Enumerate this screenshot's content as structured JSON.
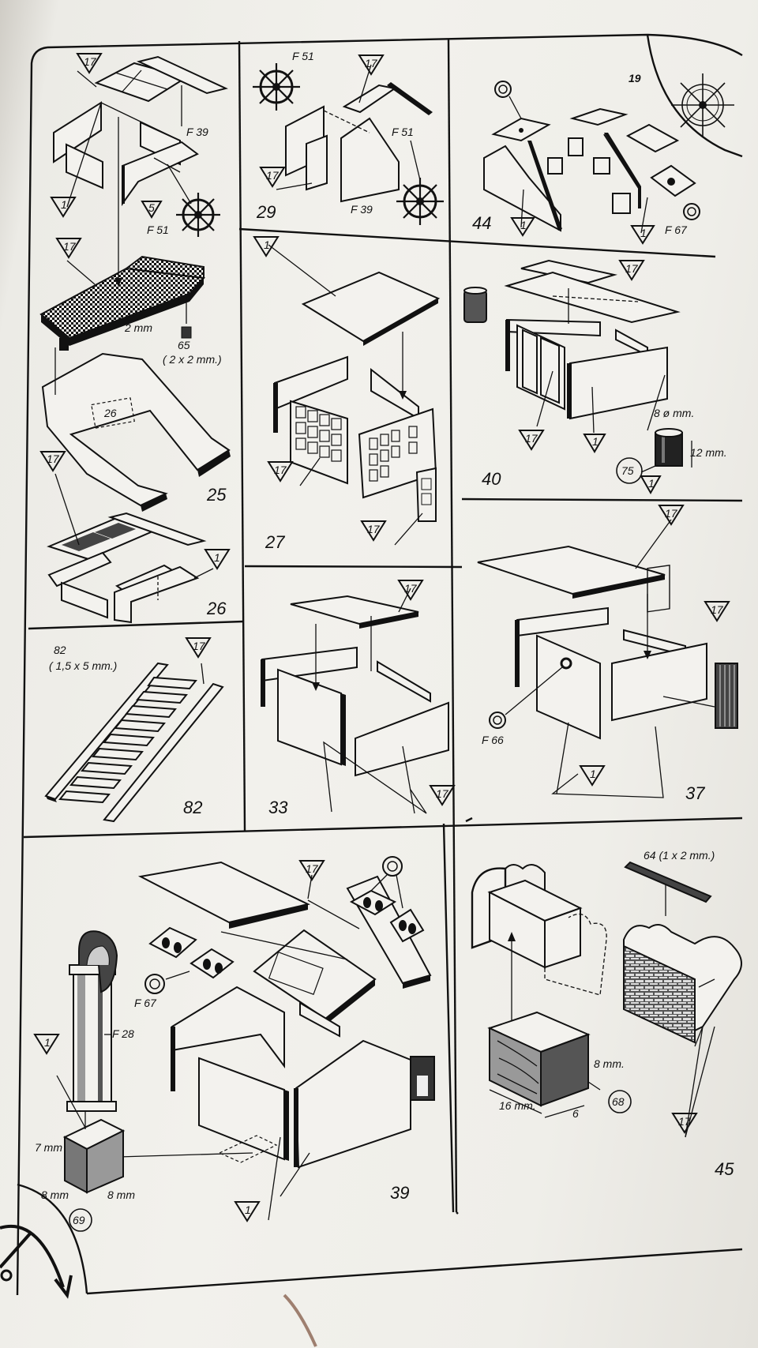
{
  "page_number": "19",
  "panels": {
    "p25": {
      "step": "25",
      "callouts": [
        "17",
        "1",
        "5"
      ],
      "parts": [
        "F 39",
        "F 51",
        "65",
        "( 2 x 2 mm.)",
        "26"
      ],
      "dimensions": [
        "2 mm"
      ]
    },
    "p26": {
      "step": "26",
      "callouts": [
        "17",
        "1"
      ]
    },
    "p29": {
      "step": "29",
      "callouts": [
        "17",
        "17"
      ],
      "parts": [
        "F 51",
        "F 51",
        "F 39"
      ]
    },
    "p44": {
      "step": "44",
      "callouts": [
        "1",
        "1"
      ],
      "parts": [
        "F 67"
      ]
    },
    "p27": {
      "step": "27",
      "callouts": [
        "1",
        "17",
        "17"
      ]
    },
    "p40": {
      "step": "40",
      "callouts": [
        "17",
        "17",
        "1",
        "1"
      ],
      "parts": [
        "75"
      ],
      "dimensions": [
        "8 ø mm.",
        "12 mm."
      ]
    },
    "p82": {
      "step": "82",
      "callouts": [
        "17"
      ],
      "parts": [
        "82",
        "( 1,5 x 5 mm.)"
      ]
    },
    "p33": {
      "step": "33",
      "callouts": [
        "17",
        "17"
      ]
    },
    "p37": {
      "step": "37",
      "callouts": [
        "17",
        "17",
        "1"
      ],
      "parts": [
        "F 66"
      ]
    },
    "p39": {
      "step": "39",
      "callouts": [
        "17",
        "1",
        "1"
      ],
      "parts": [
        "F 28",
        "F 67",
        "69"
      ],
      "dimensions": [
        "7 mm",
        "8 mm",
        "8 mm"
      ]
    },
    "p45": {
      "step": "45",
      "callouts": [
        "17"
      ],
      "parts": [
        "64 (1 x 2 mm.)",
        "68"
      ],
      "dimensions": [
        "8 mm.",
        "16 mm.",
        "6"
      ]
    }
  }
}
